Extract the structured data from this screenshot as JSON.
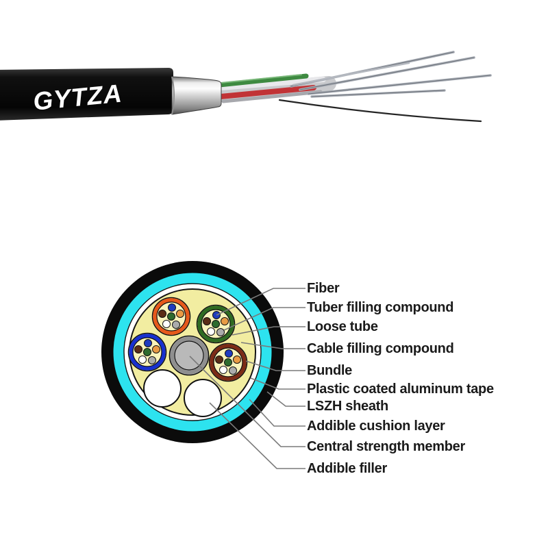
{
  "product": {
    "name": "GYTZA"
  },
  "diagram": {
    "labels": [
      {
        "text": "Fiber"
      },
      {
        "text": "Tuber filling compound"
      },
      {
        "text": "Loose tube"
      },
      {
        "text": "Cable filling compound"
      },
      {
        "text": "Bundle"
      },
      {
        "text": "Plastic coated aluminum tape"
      },
      {
        "text": "LSZH sheath"
      },
      {
        "text": "Addible cushion layer"
      },
      {
        "text": "Central strength member"
      },
      {
        "text": "Addible filler"
      }
    ]
  },
  "colors": {
    "sheath_black": "#0b0b0b",
    "cushion_cyan": "#2de3ef",
    "aluminum_tape_white": "#ffffff",
    "cable_filling_yellow": "#f2eda1",
    "tube_filling_cream": "#f8f3bb",
    "loose_tube_orange": "#e6591b",
    "loose_tube_green": "#2f6b22",
    "loose_tube_blue": "#1730cf",
    "bundle_maroon": "#7c2b16",
    "strength_member_gray": "#b9b9b9",
    "strength_member_ring": "#8f8f8f",
    "fiber_dot_blue": "#1f3cbf",
    "fiber_dot_brown": "#5b2d17",
    "fiber_dot_green": "#2e6b2e",
    "fiber_dot_orange": "#e89b45",
    "fiber_dot_white": "#ffffff",
    "fiber_dot_gray": "#ababab",
    "cable_jacket_black": "#161616",
    "collar_silver": "#d8d8d8",
    "inner_tube_green": "#3e8a41",
    "inner_tube_red": "#c13336",
    "strand_silver": "#a9aeb6",
    "strand_dark": "#242424",
    "leader_line": "#7a7a7a",
    "label_text": "#1a1a1a"
  }
}
